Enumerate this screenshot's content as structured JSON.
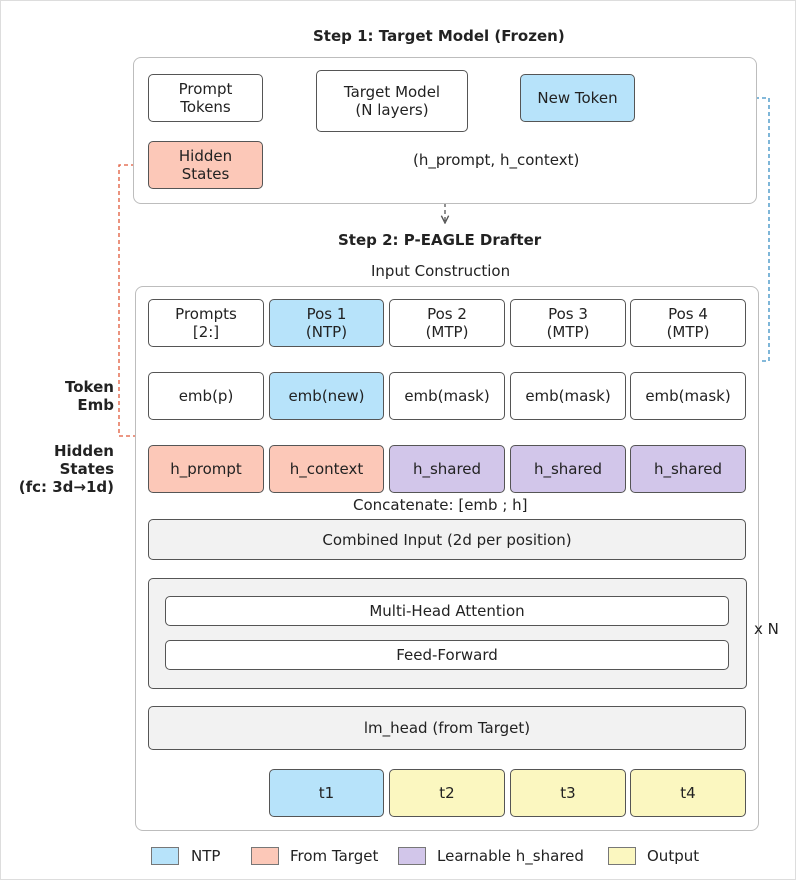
{
  "step1": {
    "title": "Step 1: Target Model (Frozen)",
    "prompt_tokens": [
      "Prompt",
      "Tokens"
    ],
    "target_model": [
      "Target Model",
      "(N layers)"
    ],
    "new_token": "New Token",
    "hidden_states": [
      "Hidden",
      "States"
    ],
    "h_annotation": "(h_prompt, h_context)"
  },
  "step2": {
    "title": "Step 2: P-EAGLE Drafter",
    "input_construction": "Input Construction",
    "positions": [
      [
        "Prompts",
        "[2:]"
      ],
      [
        "Pos 1",
        "(NTP)"
      ],
      [
        "Pos 2",
        "(MTP)"
      ],
      [
        "Pos 3",
        "(MTP)"
      ],
      [
        "Pos 4",
        "(MTP)"
      ]
    ],
    "embeddings": [
      "emb(p)",
      "emb(new)",
      "emb(mask)",
      "emb(mask)",
      "emb(mask)"
    ],
    "hidden": [
      "h_prompt",
      "h_context",
      "h_shared",
      "h_shared",
      "h_shared"
    ],
    "concat_label": "Concatenate: [emb ; h]",
    "combined_input": "Combined Input (2d per position)",
    "attention": "Multi-Head Attention",
    "feed_forward": "Feed-Forward",
    "repeat": "x N",
    "lm_head": "lm_head (from Target)",
    "outputs": [
      "t1",
      "t2",
      "t3",
      "t4"
    ]
  },
  "side_labels": {
    "token_emb": [
      "Token",
      "Emb"
    ],
    "hidden_states": [
      "Hidden",
      "States",
      "(fc: 3d→1d)"
    ]
  },
  "legend": [
    {
      "label": "NTP",
      "color": "#b7e3fa"
    },
    {
      "label": "From Target",
      "color": "#fcc8b8"
    },
    {
      "label": "Learnable h_shared",
      "color": "#d2c6ea"
    },
    {
      "label": "Output",
      "color": "#fbf7c0"
    }
  ],
  "colors": {
    "ntp": "#b7e3fa",
    "from_target": "#fcc8b8",
    "learnable": "#d2c6ea",
    "output": "#fbf7c0",
    "new_token_wire": "#3a8fc4",
    "hidden_wire": "#e0593a"
  }
}
